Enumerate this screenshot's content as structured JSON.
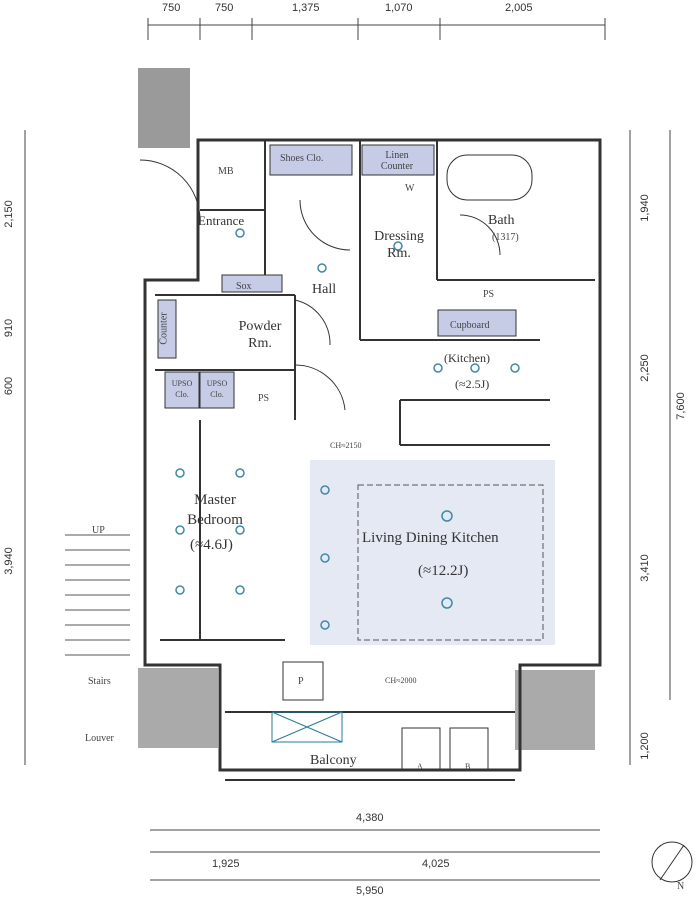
{
  "dimensions": {
    "top": [
      "750",
      "750",
      "1,375",
      "1,070",
      "2,005"
    ],
    "left": [
      "2,150",
      "910",
      "600",
      "3,940"
    ],
    "right_inner": [
      "1,940",
      "2,250",
      "3,410",
      "1,200"
    ],
    "right_total": "7,600",
    "bottom_upper": "4,380",
    "bottom_middle": [
      "1,925",
      "4,025"
    ],
    "bottom_total": "5,950"
  },
  "rooms": {
    "mb": "MB",
    "shoes": "Shoes Clo.",
    "linen": "Linen Counter",
    "w": "W",
    "bath": "Bath",
    "bath_size": "(1317)",
    "entrance": "Entrance",
    "sox": "Sox",
    "dressing": "Dressing Rm.",
    "hall": "Hall",
    "powder": "Powder Rm.",
    "counter": "Counter",
    "ps1": "PS",
    "ps2": "PS",
    "cupboard": "Cupboard",
    "kitchen": "(Kitchen)",
    "kitchen_size": "(≈2.5J)",
    "clo1": "UPSO Clo.",
    "clo2": "UPSO Clo.",
    "master": "Master Bedroom",
    "master_size": "(≈4.6J)",
    "ldk": "Living Dining Kitchen",
    "ldk_size": "(≈12.2J)",
    "up": "UP",
    "stairs": "Stairs",
    "louver": "Louver",
    "balcony": "Balcony",
    "p": "P",
    "a": "A",
    "b": "B",
    "ch": "CH≈2000",
    "ch2": "CH≈2150",
    "north": "N"
  }
}
